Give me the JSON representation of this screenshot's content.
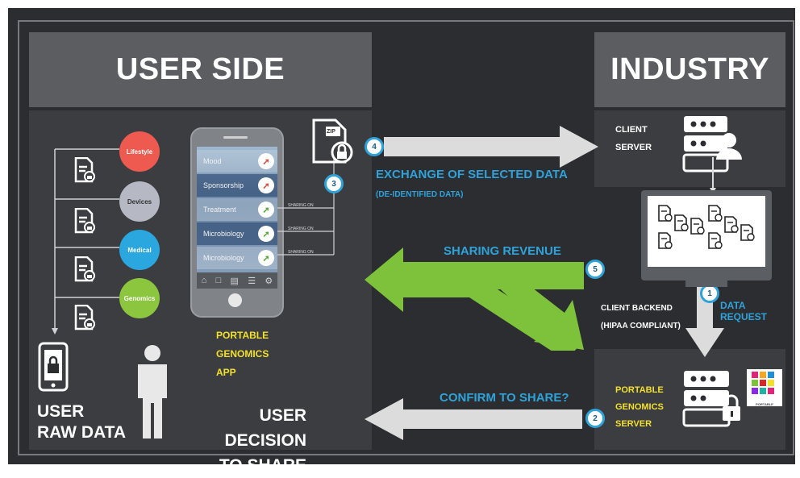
{
  "user_side": {
    "title": "USER SIDE",
    "categories": [
      "Lifestyle",
      "Devices",
      "Medical",
      "Genomics"
    ],
    "app_rows": [
      "Mood",
      "Sponsorship",
      "Treatment",
      "Microbiology",
      "Microbiology"
    ],
    "app_label": [
      "PORTABLE",
      "GENOMICS",
      "APP"
    ],
    "sharing_tag": "SHARING ON",
    "raw_data_label": [
      "USER",
      "RAW DATA"
    ],
    "decision_label": [
      "USER DECISION",
      "TO SHARE"
    ],
    "zip_label": "ZIP"
  },
  "industry": {
    "title": "INDUSTRY",
    "client_server": [
      "CLIENT",
      "SERVER"
    ],
    "client_backend": [
      "CLIENT BACKEND",
      "(HIPAA COMPLIANT)"
    ],
    "data_request": [
      "DATA",
      "REQUEST"
    ],
    "pg_server": [
      "PORTABLE",
      "GENOMICS",
      "SERVER"
    ],
    "logo_text": [
      "PORTABLE",
      "GENOMICS"
    ]
  },
  "flows": {
    "exchange": "EXCHANGE OF SELECTED DATA",
    "deidentified": "(DE-IDENTIFIED DATA)",
    "revenue": "SHARING REVENUE",
    "confirm": "CONFIRM TO SHARE?"
  },
  "steps": [
    "1",
    "2",
    "3",
    "4",
    "5"
  ],
  "colors": {
    "background": "#2b2d31",
    "panel": "#3b3d41",
    "header": "#5b5d61",
    "accent_blue": "#2fa3d9",
    "accent_yellow": "#f3e02a",
    "arrow_green": "#7dc23a",
    "arrow_grey": "#dcdcdc",
    "lifestyle": "#ef5a50",
    "devices": "#b6b8c3",
    "medical": "#2aa7de",
    "genomics": "#8cc63f"
  },
  "icons": [
    "doc-lock-icon",
    "phone-lock-icon",
    "person-icon",
    "zip-lock-icon",
    "server-user-icon",
    "server-lock-icon",
    "laptop-icon",
    "share-icon",
    "check-icon"
  ]
}
